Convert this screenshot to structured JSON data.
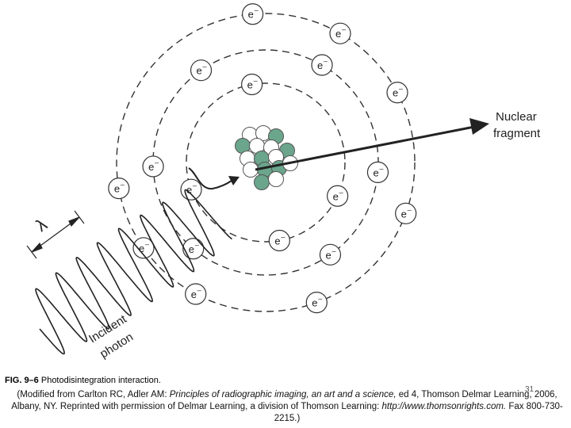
{
  "figure": {
    "labels": {
      "nuclear_fragment_line1": "Nuclear",
      "nuclear_fragment_line2": "fragment",
      "incident_line1": "Incident",
      "incident_line2": "photon",
      "wavelength": "λ"
    },
    "electron_text": "e",
    "electron_charge": "–",
    "colors": {
      "proton": "#6aa58c",
      "neutron": "#ffffff",
      "line": "#222222"
    }
  },
  "caption": {
    "fig_number": "FIG. 9–6",
    "title": "Photodisintegration interaction."
  },
  "credit": {
    "part1": "(Modified from Carlton RC, Adler AM: ",
    "book_title": "Principles of radiographic imaging, an art and a science,",
    "part2": " ed 4, Thomson Delmar Learning, 2006, Albany, NY. Reprinted with permission of Delmar Learning, a division of Thomson Learning: ",
    "url": "http://www.thomsonrights.com.",
    "part3": " Fax 800-730-2215.)"
  },
  "page_number": "31"
}
